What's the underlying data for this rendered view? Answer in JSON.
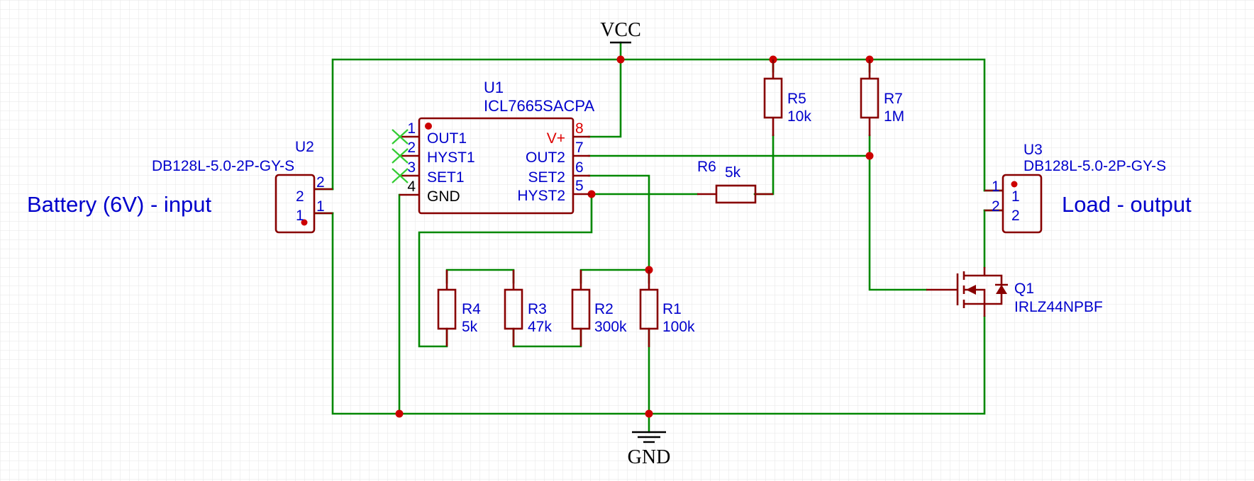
{
  "nets": {
    "vcc": "VCC",
    "gnd": "GND"
  },
  "annotations": {
    "input": "Battery (6V) - input",
    "output": "Load - output"
  },
  "u1": {
    "ref": "U1",
    "value": "ICL7665SACPA",
    "left_pins": [
      {
        "num": "1",
        "name": "OUT1"
      },
      {
        "num": "2",
        "name": "HYST1"
      },
      {
        "num": "3",
        "name": "SET1"
      },
      {
        "num": "4",
        "name": "GND"
      }
    ],
    "right_pins": [
      {
        "num": "8",
        "name": "V+"
      },
      {
        "num": "7",
        "name": "OUT2"
      },
      {
        "num": "6",
        "name": "SET2"
      },
      {
        "num": "5",
        "name": "HYST2"
      }
    ]
  },
  "u2": {
    "ref": "U2",
    "value": "DB128L-5.0-2P-GY-S",
    "pins": [
      {
        "num": "2",
        "name": "2"
      },
      {
        "num": "1",
        "name": "1"
      }
    ]
  },
  "u3": {
    "ref": "U3",
    "value": "DB128L-5.0-2P-GY-S",
    "pins": [
      {
        "num": "1",
        "name": "1"
      },
      {
        "num": "2",
        "name": "2"
      }
    ]
  },
  "resistors": {
    "r1": {
      "ref": "R1",
      "value": "100k"
    },
    "r2": {
      "ref": "R2",
      "value": "300k"
    },
    "r3": {
      "ref": "R3",
      "value": "47k"
    },
    "r4": {
      "ref": "R4",
      "value": "5k"
    },
    "r5": {
      "ref": "R5",
      "value": "10k"
    },
    "r6": {
      "ref": "R6",
      "value": "5k"
    },
    "r7": {
      "ref": "R7",
      "value": "1M"
    }
  },
  "q1": {
    "ref": "Q1",
    "value": "IRLZ44NPBF"
  },
  "colors": {
    "wire": "#008800",
    "body": "#880000",
    "junction": "#cc0000",
    "label": "#0000cc",
    "power_pin": "#dd0000",
    "no_connect": "#33cc33"
  }
}
